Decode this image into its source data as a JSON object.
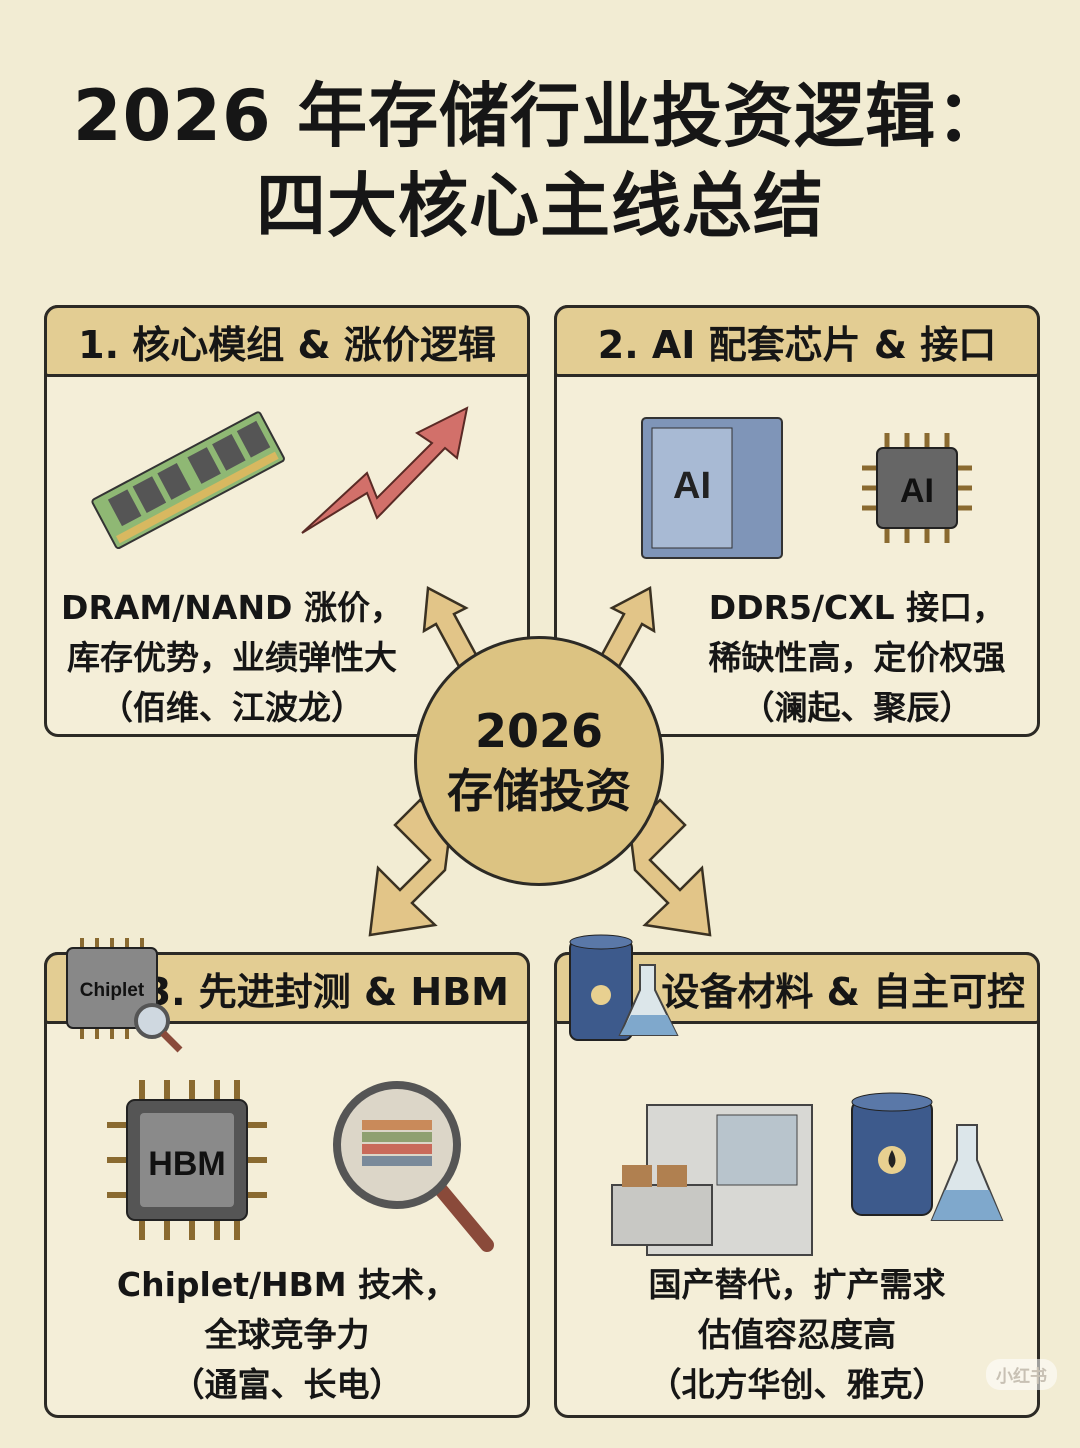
{
  "title": {
    "line1": "2026 年存储行业投资逻辑：",
    "line2": "四大核心主线总结"
  },
  "center": {
    "line1": "2026",
    "line2": "存储投资"
  },
  "panels": [
    {
      "heading": "1. 核心模组 & 涨价逻辑",
      "lines": [
        "DRAM/NAND 涨价，",
        "库存优势，业绩弹性大",
        "（佰维、江波龙）"
      ],
      "icons": [
        "dram-module-icon",
        "trend-up-arrow-icon"
      ]
    },
    {
      "heading": "2. AI 配套芯片 & 接口",
      "lines": [
        "DDR5/CXL 接口，",
        "稀缺性高，定价权强",
        "（澜起、聚辰）"
      ],
      "icons": [
        "ai-server-icon",
        "ai-chip-icon"
      ],
      "icon_labels": [
        "AI",
        "AI"
      ]
    },
    {
      "heading": "3. 先进封测 & HBM",
      "lines": [
        "Chiplet/HBM 技术，",
        "全球竞争力",
        "（通富、长电）"
      ],
      "icons": [
        "chiplet-magnifier-icon",
        "hbm-chip-icon",
        "stacked-die-magnifier-icon"
      ],
      "icon_labels": [
        "Chiplet",
        "HBM"
      ]
    },
    {
      "heading": "4. 设备材料 & 自主可控",
      "lines": [
        "国产替代，扩产需求",
        "估值容忍度高",
        "（北方华创、雅克）"
      ],
      "icons": [
        "chemical-barrel-icon",
        "flask-icon",
        "semiconductor-equipment-icon"
      ]
    }
  ],
  "watermark": "小红书",
  "colors": {
    "background": "#f2ecd3",
    "header": "#e3cd93",
    "center": "#dcc382",
    "arrow": "#e2c588",
    "trend_arrow": "#d2706a",
    "dram_green": "#8fb874"
  }
}
